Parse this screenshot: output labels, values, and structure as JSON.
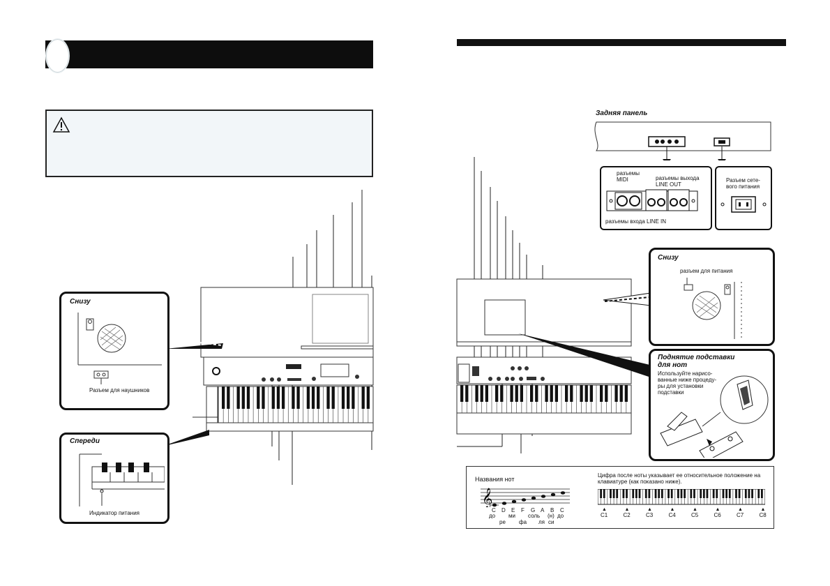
{
  "left_page": {
    "bottom_callout": {
      "title": "Снизу",
      "label": "Разъем для наушников"
    },
    "front_callout": {
      "title": "Спереди",
      "label": "Индикатор питания"
    }
  },
  "right_page": {
    "rear_panel": {
      "title": "Задняя панель",
      "midi_label": "разъемы\nMIDI",
      "line_out_label": "разъемы выхода\nLINE OUT",
      "line_in_label": "разъемы входа LINE IN",
      "power_label": "Разъем сете-\nвого питания"
    },
    "bottom_callout": {
      "title": "Снизу",
      "label": "разъем для питания"
    },
    "stand_callout": {
      "title_line1": "Поднятие  подставки",
      "title_line2": "для нот",
      "text": "Используйте нарисо-\nванные ниже процеду-\nры для установки\nподставки"
    },
    "note_names": {
      "title": "Названия нот",
      "description": "Цифра после ноты указывает ее относительное положение на\nклавиатуре (как показано ниже).",
      "letters": [
        "C",
        "D",
        "E",
        "F",
        "G",
        "A",
        "B",
        "C"
      ],
      "solfege_top": [
        "до",
        "",
        "ми",
        "",
        "соль",
        "",
        "(н)",
        "до"
      ],
      "solfege_bottom": [
        "",
        "ре",
        "",
        "фа",
        "",
        "ля",
        "си",
        ""
      ],
      "octaves": [
        "C1",
        "C2",
        "C3",
        "C4",
        "C5",
        "C6",
        "C7",
        "C8"
      ]
    }
  },
  "colors": {
    "title_bar": "#0d0d0d",
    "warn_bg": "#f2f6f9"
  }
}
